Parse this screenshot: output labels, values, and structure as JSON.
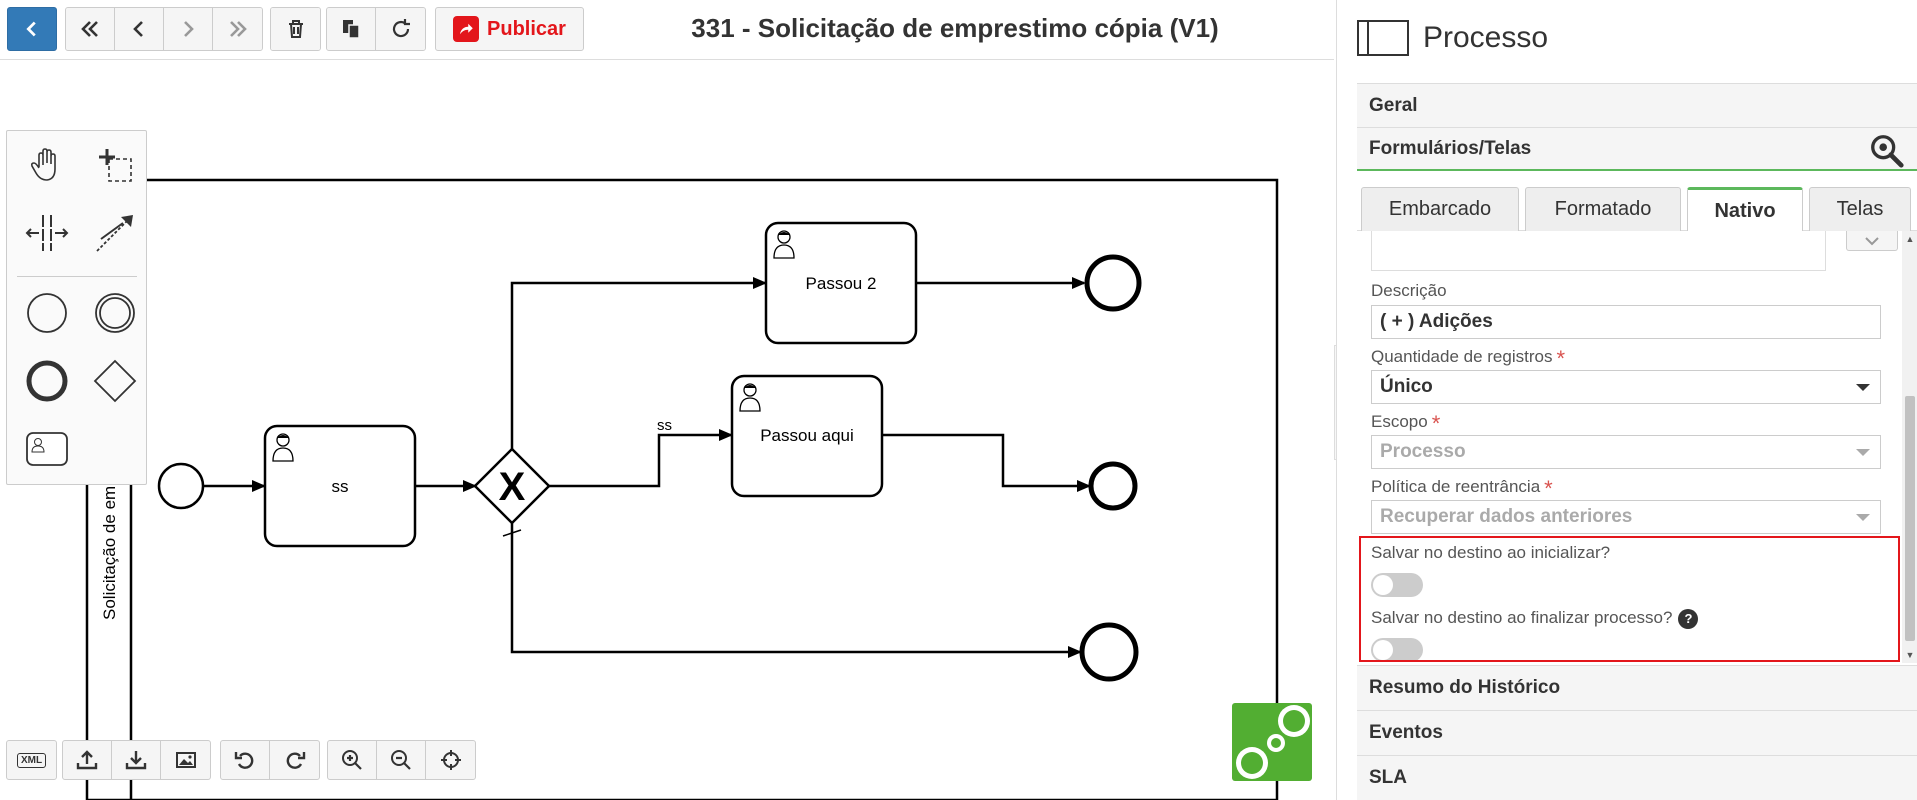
{
  "toolbar": {
    "publish_label": "Publicar",
    "title": "331 - Solicitação de emprestimo cópia (V1)",
    "icons": [
      "chevron-left-icon",
      "double-chevron-left-icon",
      "chevron-left-icon",
      "chevron-right-icon",
      "double-chevron-right-icon",
      "trash-icon",
      "copy-icon",
      "refresh-icon",
      "share-icon"
    ]
  },
  "palette": {
    "tools": [
      "hand-tool-icon",
      "lasso-tool-icon",
      "space-tool-icon",
      "connect-tool-icon",
      "start-event-icon",
      "intermediate-event-icon",
      "end-event-icon",
      "gateway-icon",
      "user-task-icon"
    ]
  },
  "diagram": {
    "lane_label": "Solicitação de empresti",
    "tasks": [
      {
        "label": "ss"
      },
      {
        "label": "Passou 2"
      },
      {
        "label": "Passou aqui"
      }
    ],
    "flow_label": "ss",
    "gateway_symbol": "X"
  },
  "bottom_tools": {
    "xml_label": "XML",
    "icons": [
      "upload-icon",
      "download-icon",
      "image-icon",
      "undo-icon",
      "redo-icon",
      "zoom-in-icon",
      "zoom-out-icon",
      "crosshair-icon"
    ]
  },
  "panel": {
    "title": "Processo",
    "sections": {
      "geral": "Geral",
      "formularios": "Formulários/Telas",
      "resumo": "Resumo do Histórico",
      "eventos": "Eventos",
      "sla": "SLA"
    },
    "tabs": [
      "Embarcado",
      "Formatado",
      "Nativo",
      "Telas"
    ],
    "active_tab": "Nativo",
    "fields": {
      "descricao_label": "Descrição",
      "descricao_value": "( + ) Adições",
      "quantidade_label": "Quantidade de registros",
      "quantidade_value": "Único",
      "escopo_label": "Escopo",
      "escopo_value": "Processo",
      "politica_label": "Política de reentrância",
      "politica_value": "Recuperar dados anteriores",
      "salvar_inicializar_label": "Salvar no destino ao inicializar?",
      "salvar_finalizar_label": "Salvar no destino ao finalizar processo?"
    },
    "toggles": {
      "salvar_inicializar": false,
      "salvar_finalizar": false
    }
  },
  "colors": {
    "primary": "#337ab7",
    "publish": "#e3161b",
    "active_tab": "#5cb85c",
    "highlight": "#e3161b",
    "logo": "#52ae32"
  }
}
